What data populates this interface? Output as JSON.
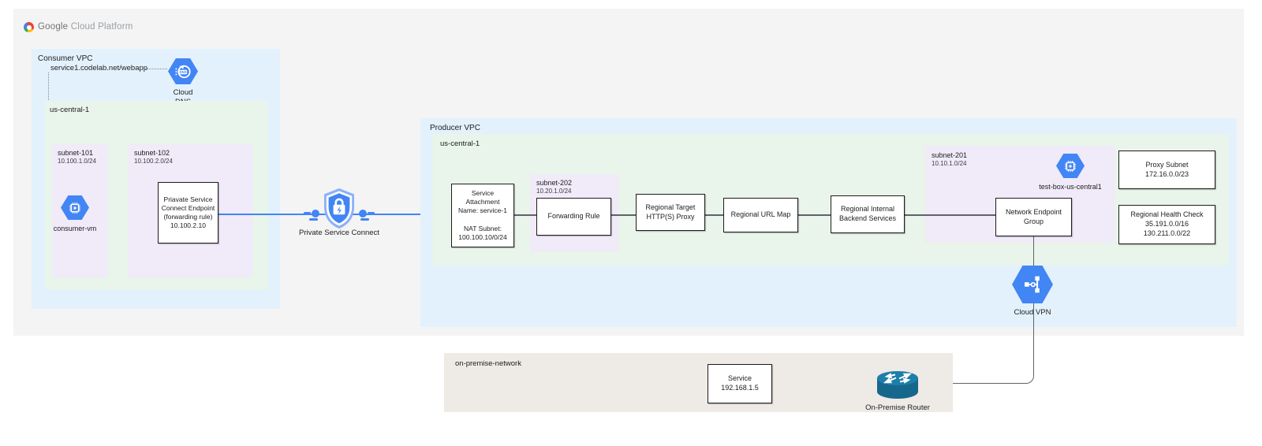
{
  "header": {
    "brand_bold": "Google",
    "brand_light": "Cloud Platform"
  },
  "consumer_vpc": {
    "label": "Consumer VPC",
    "dns_record": "service1.codelab.net/webapp",
    "cloud_dns_label": "Cloud\nDNS",
    "region_label": "us-central-1",
    "subnet101_name": "subnet-101",
    "subnet101_cidr": "10.100.1.0/24",
    "consumer_vm_label": "consumer-vm",
    "subnet102_name": "subnet-102",
    "subnet102_cidr": "10.100.2.0/24",
    "endpoint_box": "Priavate Service\nConnect Endpoint\n(forwarding rule)\n10.100.2.10"
  },
  "psc_label": "Private Service Connect",
  "producer_vpc": {
    "label": "Producer VPC",
    "region_label": "us-central-1",
    "service_attachment_box": "Service\nAttachment\nName: service-1\n\nNAT Subnet:\n100.100.10/0/24",
    "subnet202_name": "subnet-202",
    "subnet202_cidr": "10.20.1.0/24",
    "forwarding_rule_box": "Forwarding Rule",
    "target_proxy_box": "Regional Target\nHTTP(S) Proxy",
    "url_map_box": "Regional URL Map",
    "backend_services_box": "Regional Internal\nBackend Services",
    "subnet201_name": "subnet-201",
    "subnet201_cidr": "10.10.1.0/24",
    "test_box_label": "test-box-us-central1",
    "neg_box": "Network Endpoint\nGroup",
    "proxy_subnet_box": "Proxy Subnet\n172.16.0.0/23",
    "health_check_box": "Regional Health Check\n35.191.0.0/16\n130.211.0.0/22",
    "cloud_vpn_label": "Cloud VPN"
  },
  "on_premise": {
    "label": "on-premise-network",
    "service_box": "Service\n192.168.1.5",
    "router_label": "On-Premise Router"
  },
  "icons": {
    "gcp_logo": "multicolor-ring",
    "cloud_dns": "blue-hexagon-dns",
    "compute_vm": "blue-hexagon-chip",
    "private_service_connect": "blue-shield-lock",
    "cloud_vpn": "blue-hexagon-vpn",
    "on_premise_router": "teal-cylinder-router"
  },
  "colors": {
    "accent_blue": "#4285f4",
    "vpc_fill": "#e3f1fc",
    "region_fill": "#e9f4ea",
    "subnet_fill": "#f0eaf9",
    "onprem_fill": "#eeeae5",
    "panel_fill": "#f4f4f4",
    "connector_gray": "#5f6368",
    "router_teal": "#1b6e93"
  }
}
